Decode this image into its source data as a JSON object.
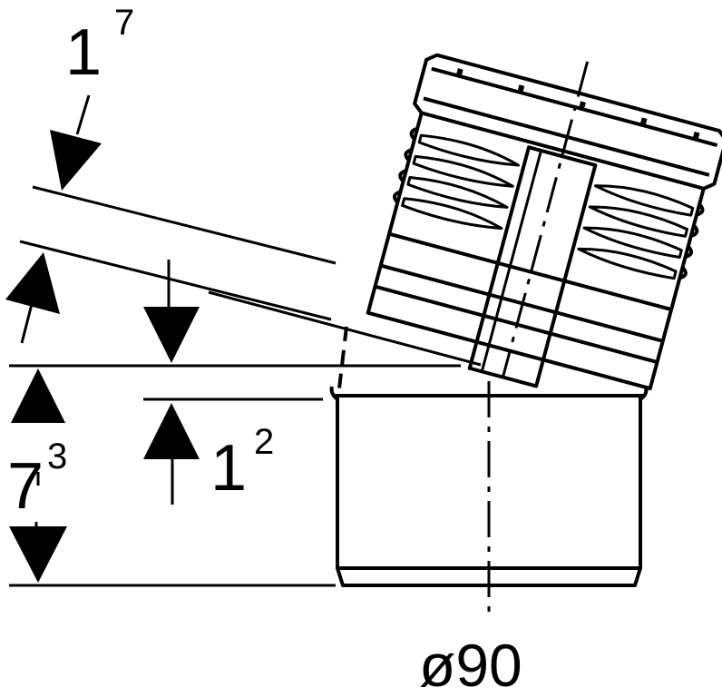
{
  "dimensions": {
    "upper_offset": {
      "main": "1",
      "sup": "7"
    },
    "lower_offset": {
      "main": "1",
      "sup": "2"
    },
    "height": {
      "main": "7",
      "sup": "3"
    },
    "diameter": "ø90"
  },
  "colors": {
    "line": "#000000",
    "background": "#ffffff"
  }
}
